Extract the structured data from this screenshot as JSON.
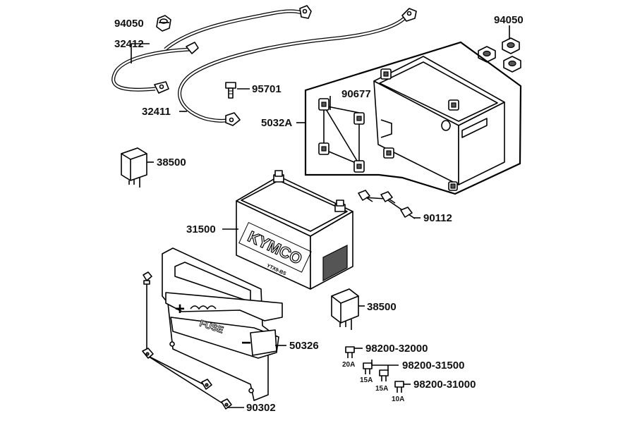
{
  "parts": {
    "nut_single": "94050",
    "nut_group": "94050",
    "cable_a": "32412",
    "cable_b": "32411",
    "bolt_small": "95701",
    "rubber_pads": "90677",
    "battery_box": "5032A",
    "relay_upper": "38500",
    "relay_lower": "38500",
    "battery": "31500",
    "bolts_box": "90112",
    "bracket": "50326",
    "bolts_bracket": "90302",
    "fuse_20": "98200-32000",
    "fuse_15": "98200-31500",
    "fuse_10": "98200-31000"
  },
  "fuse_ratings": {
    "a20": "20A",
    "a15_1": "15A",
    "a15_2": "15A",
    "a10": "10A"
  },
  "battery_markings": {
    "brand": "KYMCO",
    "model": "YTX9-BS"
  },
  "bracket_markings": {
    "plus": "+",
    "minus": "−",
    "fuse": "FUSE"
  }
}
